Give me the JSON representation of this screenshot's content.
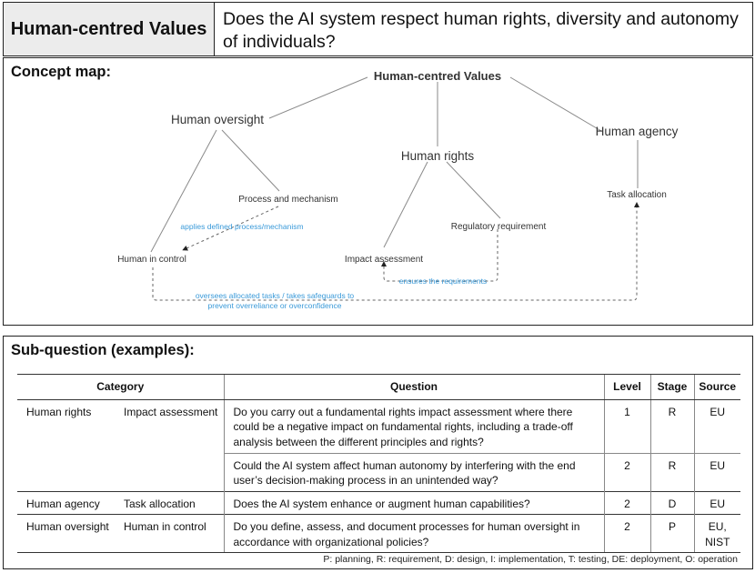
{
  "header": {
    "title": "Human-centred Values",
    "question": "Does the AI system respect human rights, diversity and autonomy of individuals?"
  },
  "concept_map": {
    "label": "Concept map:",
    "nodes": {
      "root": "Human-centred Values",
      "oversight": "Human oversight",
      "rights": "Human rights",
      "agency": "Human agency",
      "process": "Process and mechanism",
      "control": "Human in control",
      "impact": "Impact assessment",
      "regulatory": "Regulatory requirement",
      "task": "Task allocation"
    },
    "edge_labels": {
      "applies": "applies defined process/mechanism",
      "ensures": "ensures the requirements",
      "oversees_1": "oversees allocated tasks / takes safeguards to",
      "oversees_2": "prevent overreliance or overconfidence"
    },
    "edge_color": "#3a9ad9"
  },
  "subquestions": {
    "label": "Sub-question (examples):",
    "headers": {
      "category": "Category",
      "question": "Question",
      "level": "Level",
      "stage": "Stage",
      "source": "Source"
    },
    "rows": [
      {
        "cat1": "Human rights",
        "cat2": "Impact assessment",
        "question": "Do you carry out a fundamental rights impact assessment where there could be a negative impact on fundamental rights, including a trade-off analysis between the different principles and rights?",
        "level": "1",
        "stage": "R",
        "source": "EU"
      },
      {
        "cat1": "",
        "cat2": "",
        "question": "Could the AI system affect human autonomy by interfering with the end user’s decision-making process in an unintended way?",
        "level": "2",
        "stage": "R",
        "source": "EU"
      },
      {
        "cat1": "Human agency",
        "cat2": "Task allocation",
        "question": "Does the AI system enhance or augment human capabilities?",
        "level": "2",
        "stage": "D",
        "source": "EU"
      },
      {
        "cat1": "Human oversight",
        "cat2": "Human in control",
        "question": "Do you define, assess, and document processes for human oversight in accordance with organizational  policies?",
        "level": "2",
        "stage": "P",
        "source": "EU, NIST"
      }
    ],
    "legend": "P: planning, R: requirement, D: design, I: implementation, T: testing, DE: deployment, O: operation"
  }
}
